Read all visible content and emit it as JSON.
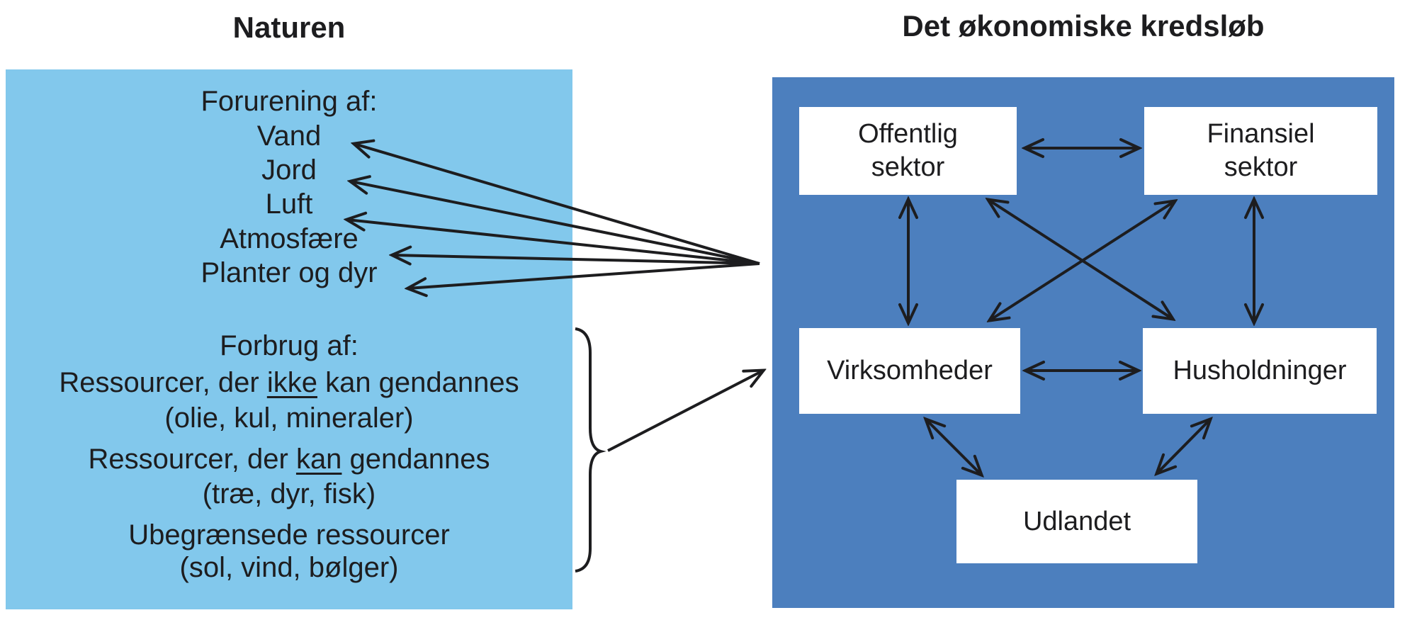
{
  "nature": {
    "title": "Naturen",
    "background_color": "#82C8EC",
    "pollution_heading": "Forurening af:",
    "pollution_items": [
      "Vand",
      "Jord",
      "Luft",
      "Atmosfære",
      "Planter og dyr"
    ],
    "consumption_heading": "Forbrug af:",
    "consumption_groups": [
      {
        "pre": "Ressourcer, der ",
        "emphasis": "ikke",
        "post": " kan gendannes",
        "examples": "(olie, kul, mineraler)"
      },
      {
        "pre": "Ressourcer, der ",
        "emphasis": "kan",
        "post": " gendannes",
        "examples": "(træ, dyr, fisk)"
      },
      {
        "pre": "Ubegrænsede ressourcer",
        "emphasis": "",
        "post": "",
        "examples": "(sol, vind, bølger)"
      }
    ]
  },
  "economy": {
    "title": "Det økonomiske kredsløb",
    "background_color": "#4C7FBE",
    "node_background_color": "#FFFFFF",
    "nodes": {
      "offentlig": {
        "line1": "Offentlig",
        "line2": "sektor"
      },
      "finansiel": {
        "line1": "Finansiel",
        "line2": "sektor"
      },
      "virksomheder": {
        "label": "Virksomheder"
      },
      "husholdninger": {
        "label": "Husholdninger"
      },
      "udlandet": {
        "label": "Udlandet"
      }
    }
  },
  "connections": {
    "arrow_color": "#1d1d1f",
    "list": [
      {
        "from": "Det økonomiske kredsløb",
        "to": "Vand",
        "type": "one-way"
      },
      {
        "from": "Det økonomiske kredsløb",
        "to": "Jord",
        "type": "one-way"
      },
      {
        "from": "Det økonomiske kredsløb",
        "to": "Luft",
        "type": "one-way"
      },
      {
        "from": "Det økonomiske kredsløb",
        "to": "Atmosfære",
        "type": "one-way"
      },
      {
        "from": "Det økonomiske kredsløb",
        "to": "Planter og dyr",
        "type": "one-way"
      },
      {
        "from": "Forbrug af (ressourcer)",
        "to": "Det økonomiske kredsløb",
        "type": "one-way"
      },
      {
        "from": "Offentlig sektor",
        "to": "Finansiel sektor",
        "type": "two-way"
      },
      {
        "from": "Offentlig sektor",
        "to": "Virksomheder",
        "type": "two-way"
      },
      {
        "from": "Finansiel sektor",
        "to": "Husholdninger",
        "type": "two-way"
      },
      {
        "from": "Offentlig sektor",
        "to": "Husholdninger",
        "type": "two-way"
      },
      {
        "from": "Finansiel sektor",
        "to": "Virksomheder",
        "type": "two-way"
      },
      {
        "from": "Virksomheder",
        "to": "Husholdninger",
        "type": "two-way"
      },
      {
        "from": "Virksomheder",
        "to": "Udlandet",
        "type": "two-way"
      },
      {
        "from": "Husholdninger",
        "to": "Udlandet",
        "type": "two-way"
      }
    ]
  }
}
